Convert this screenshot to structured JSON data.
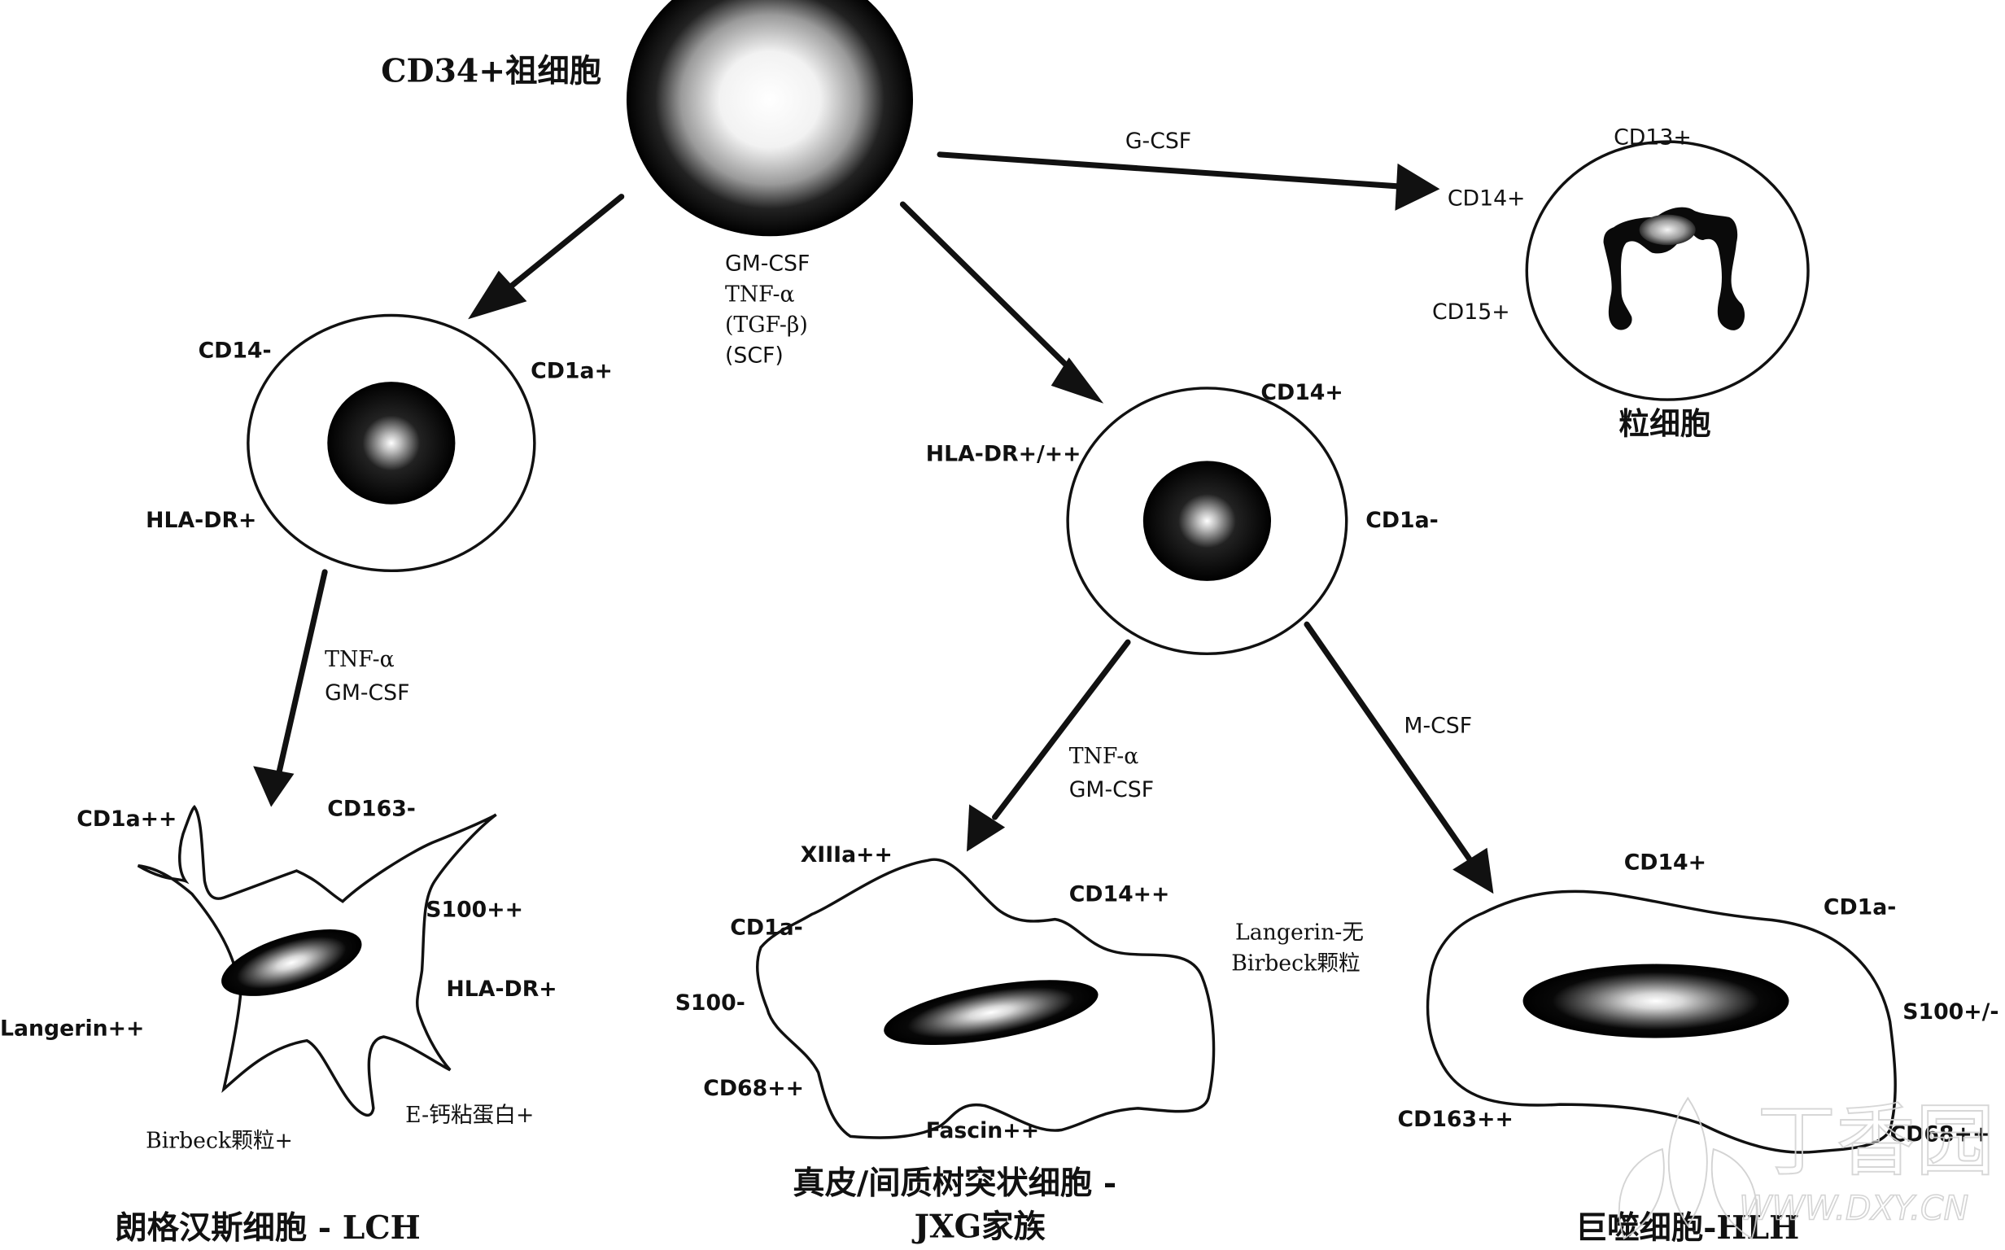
{
  "diagram": {
    "progenitor": {
      "title": "CD34+祖细胞",
      "factors": [
        "GM-CSF",
        "TNF-α",
        "(TGF-β)",
        "(SCF)"
      ]
    },
    "granulocyte_path": {
      "factor": "G-CSF",
      "cell_title": "粒细胞",
      "markers": [
        "CD13+",
        "CD14+",
        "CD15+"
      ]
    },
    "lc_precursor": {
      "markers": {
        "cd14": "CD14-",
        "cd1a": "CD1a+",
        "hla": "HLA-DR+"
      },
      "factors": [
        "TNF-α",
        "GM-CSF"
      ]
    },
    "monocyte_precursor": {
      "markers": {
        "cd14": "CD14+",
        "hla": "HLA-DR+/++",
        "cd1a": "CD1a-"
      }
    },
    "lch_cell": {
      "title": "朗格汉斯细胞 - LCH",
      "markers": {
        "cd1a": "CD1a++",
        "cd163": "CD163-",
        "s100": "S100++",
        "hla": "HLA-DR+",
        "langerin": "Langerin++",
        "ecad": "E-钙粘蛋白+",
        "birbeck": "Birbeck颗粒+"
      }
    },
    "jxg_path": {
      "factors": [
        "TNF-α",
        "GM-CSF"
      ]
    },
    "jxg_cell": {
      "title_line1": "真皮/间质树突状细胞 -",
      "title_line2": "JXG家族",
      "markers": {
        "xiiia": "XIIIa++",
        "cd14": "CD14++",
        "cd1a": "CD1a-",
        "s100": "S100-",
        "cd68": "CD68++",
        "fascin": "Fascin++",
        "langerin_line1": "Langerin-无",
        "langerin_line2": "Birbeck颗粒"
      }
    },
    "macrophage_path": {
      "factor": "M-CSF"
    },
    "macrophage_cell": {
      "title": "巨噬细胞-HLH",
      "markers": {
        "cd14": "CD14+",
        "cd1a": "CD1a-",
        "s100": "S100+/-",
        "cd163": "CD163++",
        "cd68": "CD68++"
      }
    },
    "watermark": {
      "brand": "丁香园",
      "url": "WWW.DXY.CN"
    }
  }
}
